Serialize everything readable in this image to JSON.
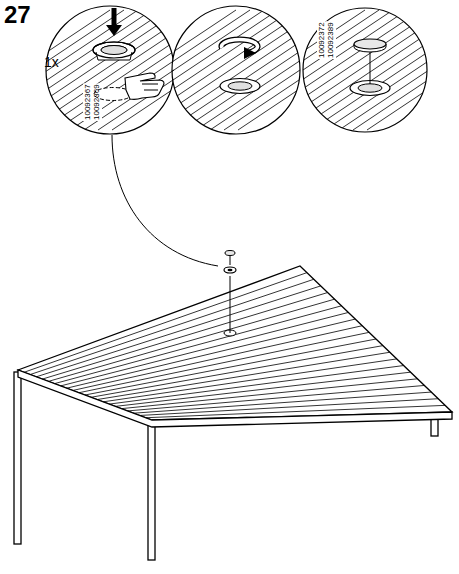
{
  "diagram": {
    "labels": [
      "27",
      "1x",
      "10092367",
      "10092369",
      "10092372",
      "10092389"
    ]
  }
}
